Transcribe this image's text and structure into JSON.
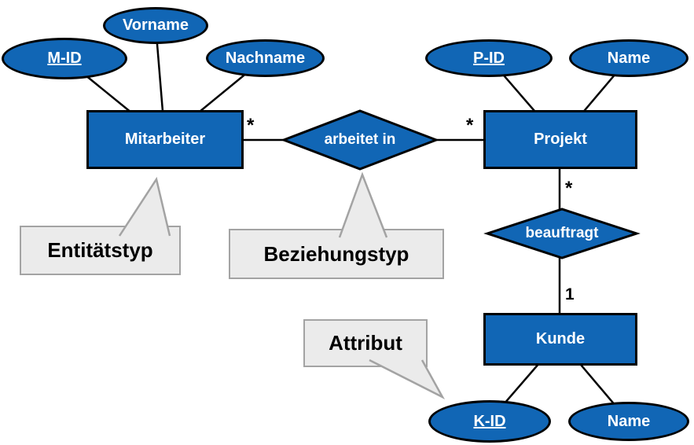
{
  "colors": {
    "shape_fill": "#1166b5",
    "shape_border": "#000000",
    "shape_text": "#ffffff",
    "callout_fill": "#ebebeb",
    "callout_border": "#a3a3a3",
    "callout_text": "#000000",
    "line": "#000000"
  },
  "entities": {
    "mitarbeiter": {
      "label": "Mitarbeiter"
    },
    "projekt": {
      "label": "Projekt"
    },
    "kunde": {
      "label": "Kunde"
    }
  },
  "relationships": {
    "arbeitet_in": {
      "label": "arbeitet in"
    },
    "beauftragt": {
      "label": "beauftragt"
    }
  },
  "attributes": {
    "m_id": {
      "label": "M-ID",
      "key": true
    },
    "vorname": {
      "label": "Vorname",
      "key": false
    },
    "nachname": {
      "label": "Nachname",
      "key": false
    },
    "p_id": {
      "label": "P-ID",
      "key": true
    },
    "projekt_name": {
      "label": "Name",
      "key": false
    },
    "k_id": {
      "label": "K-ID",
      "key": true
    },
    "kunde_name": {
      "label": "Name",
      "key": false
    }
  },
  "cardinalities": {
    "mitarbeiter_arbeitet_in": "*",
    "projekt_arbeitet_in": "*",
    "projekt_beauftragt": "*",
    "kunde_beauftragt": "1"
  },
  "callouts": {
    "entitaetstyp": {
      "label": "Entitätstyp"
    },
    "beziehungstyp": {
      "label": "Beziehungstyp"
    },
    "attribut": {
      "label": "Attribut"
    }
  }
}
